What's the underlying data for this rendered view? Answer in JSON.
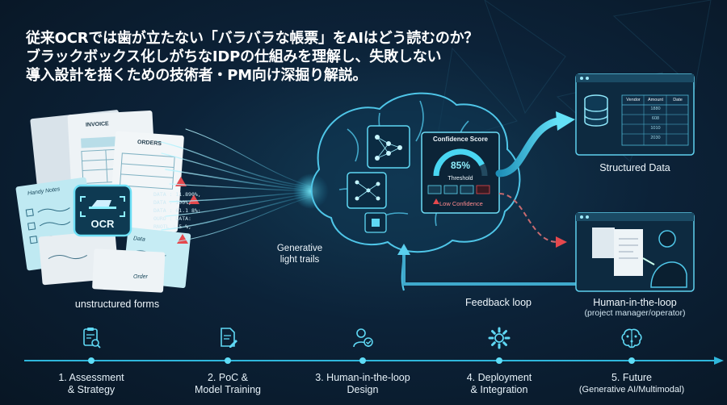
{
  "headline": {
    "line1": "従来OCRでは歯が立たない「バラバラな帳票」をAIはどう読むのか？",
    "line2": "ブラックボックス化しがちなIDPの仕組みを理解し、失敗しない",
    "line3": "導入設計を描くための技術者・PM向け深掘り解説。"
  },
  "colors": {
    "accent": "#47d3f2",
    "alert": "#e5484d",
    "background": "#0a1a2c"
  },
  "documents": {
    "invoice": "INVOICE",
    "orders": "ORDERS",
    "handy_notes": "Handy Notes",
    "data_note": "Data",
    "order_note": "Order",
    "ocr": "OCR",
    "unstructured_label": "unstructured forms",
    "data_lines": [
      "DATA : 11.890%,",
      "DATA : 100%;",
      "DATA : 61.1 8%;",
      "OURO : DATA:",
      "RNOTL : 5 %,"
    ]
  },
  "brain": {
    "trails_label_1": "Generative",
    "trails_label_2": "light trails"
  },
  "confidence": {
    "title": "Confidence Score",
    "score": "85%",
    "score_value": 0.85,
    "threshold": "Threshold",
    "low": "Low Confidence"
  },
  "structured": {
    "label": "Structured Data",
    "columns": [
      "Vendor",
      "Amount",
      "Date"
    ],
    "values": [
      "1880",
      "608",
      "1010",
      "2030"
    ]
  },
  "human": {
    "label": "Human-in-the-loop",
    "sub": "(project manager/operator)"
  },
  "feedback": {
    "label": "Feedback loop"
  },
  "timeline": [
    {
      "line1": "1. Assessment",
      "line2": "& Strategy",
      "icon": "clipboard-search-icon"
    },
    {
      "line1": "2. PoC &",
      "line2": "Model Training",
      "icon": "document-edit-icon"
    },
    {
      "line1": "3. Human-in-the-loop",
      "line2": "Design",
      "icon": "person-check-icon"
    },
    {
      "line1": "4. Deployment",
      "line2": "& Integration",
      "icon": "gear-icon"
    },
    {
      "line1": "5. Future",
      "line2": "(Generative AI/Multimodal)",
      "icon": "brain-icon"
    }
  ]
}
